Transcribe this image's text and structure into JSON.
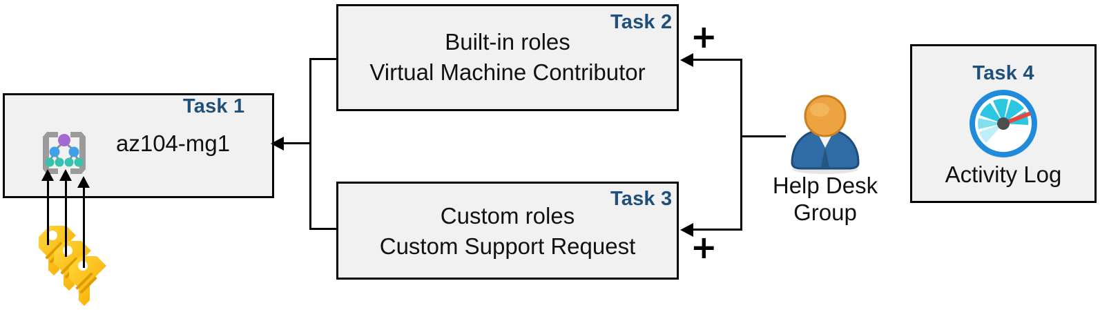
{
  "diagram": {
    "title_hidden": "",
    "colors": {
      "box_fill": "#f1f1f1",
      "box_border": "#000000",
      "task_label": "#1f5079",
      "connector": "#000000",
      "key_yellow": "#fdc60b",
      "user_head": "#eca340",
      "user_body": "#2f6ca5",
      "gauge_blue": "#1f8bda",
      "gauge_teal": "#27c1d6",
      "gauge_needle": "#e8463c",
      "mg_bracket": "#9b9b9b",
      "mg_purple": "#a569d1",
      "mg_blue": "#3fa0e8",
      "mg_teal": "#36c2ae"
    },
    "nodes": {
      "task1": {
        "badge": "Task 1",
        "label": "az104-mg1",
        "icon": "management-group-icon"
      },
      "task2": {
        "badge": "Task 2",
        "line1": "Built-in roles",
        "line2": "Virtual Machine Contributor"
      },
      "task3": {
        "badge": "Task 3",
        "line1": "Custom roles",
        "line2": "Custom Support Request"
      },
      "task4": {
        "badge": "Task 4",
        "label": "Activity Log",
        "icon": "gauge-icon"
      },
      "helpdesk": {
        "line1": "Help Desk",
        "line2": "Group",
        "icon": "user-group-icon"
      },
      "keys": {
        "icon": "keys-icon"
      }
    },
    "operators": {
      "plus_top": "+",
      "plus_bottom": "+"
    }
  }
}
